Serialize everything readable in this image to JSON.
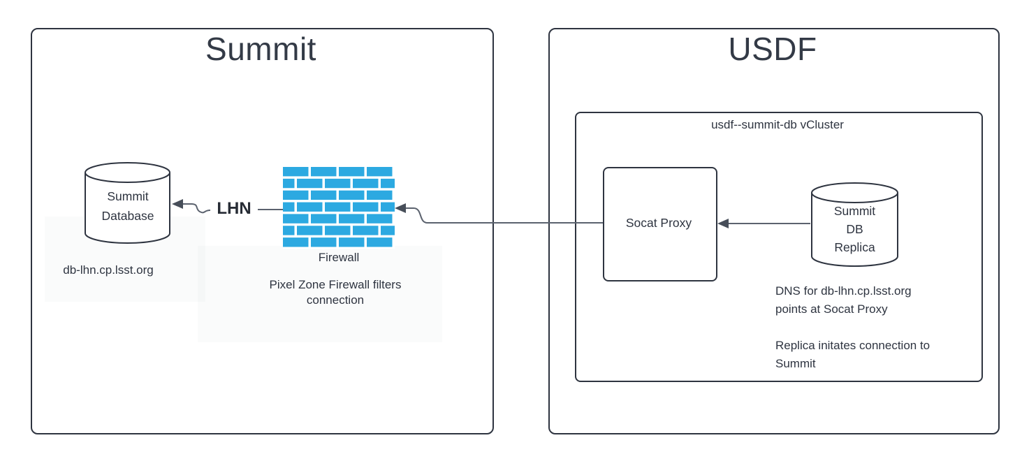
{
  "colors": {
    "firewall_blue": "#2ca9e1",
    "shape_stroke": "#2e3440",
    "connector": "#5b626e",
    "text": "#2e3440"
  },
  "summit": {
    "title": "Summit",
    "database": {
      "label_line1": "Summit",
      "label_line2": "Database",
      "hostname": "db-lhn.cp.lsst.org"
    },
    "lhn_label": "LHN",
    "firewall": {
      "label": "Firewall",
      "caption": "Pixel Zone Firewall filters connection"
    }
  },
  "usdf": {
    "title": "USDF",
    "vcluster": {
      "label": "usdf--summit-db vCluster",
      "socat_proxy_label": "Socat Proxy",
      "replica": {
        "line1": "Summit",
        "line2": "DB",
        "line3": "Replica"
      },
      "notes": [
        {
          "line1": "DNS for db-lhn.cp.lsst.org",
          "line2": "points at Socat Proxy"
        },
        {
          "line1": "Replica initates connection to",
          "line2": "Summit"
        }
      ]
    }
  }
}
